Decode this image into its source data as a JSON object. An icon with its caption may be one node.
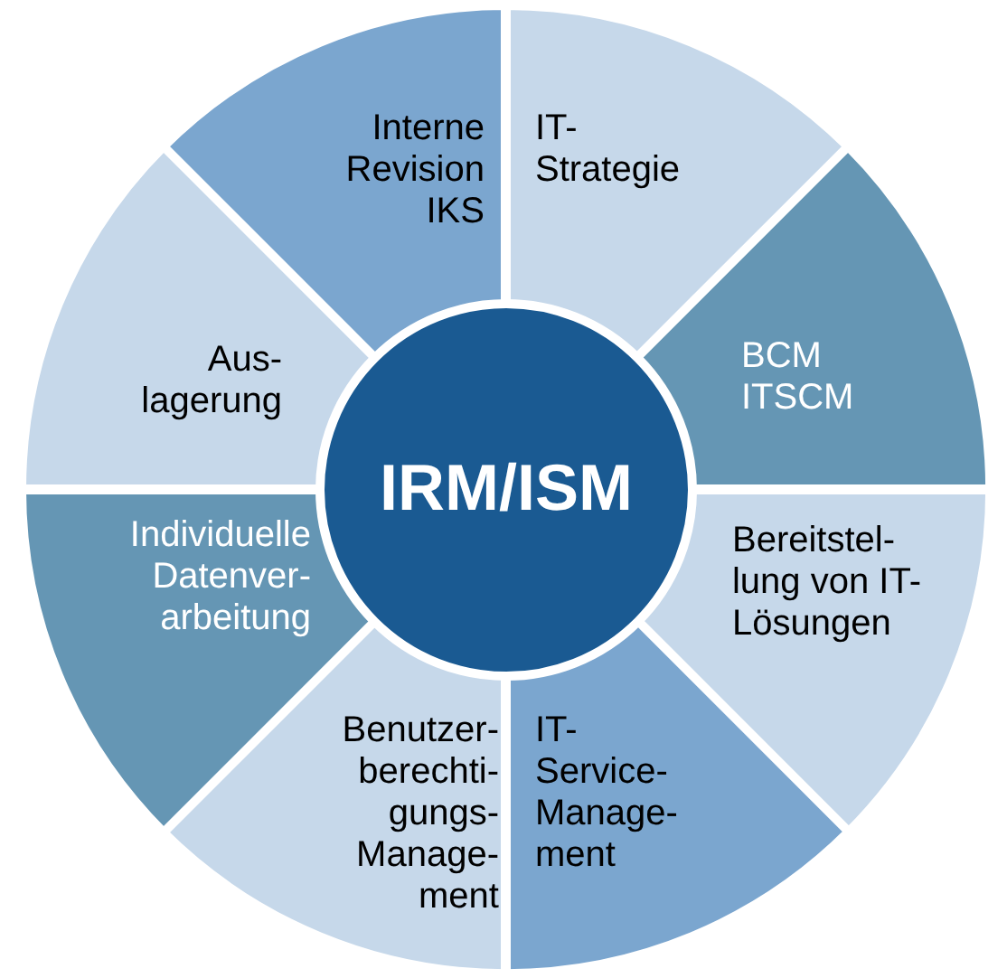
{
  "diagram": {
    "nodes": [
      {
        "text": [
          "IRM/ISM"
        ]
      },
      {
        "text": [
          "Interne Revision IKS"
        ]
      },
      {
        "text": [
          "IT- Strategie"
        ]
      },
      {
        "text": [
          "BCM ITSCM"
        ]
      },
      {
        "text": [
          "Bereitstel- lung von IT- Lösungen"
        ]
      },
      {
        "text": [
          "IT- Service- Manage- ment"
        ]
      },
      {
        "text": [
          "Benutzer- berechti- gungs- Manage- ment"
        ]
      },
      {
        "text": [
          "Individuelle Datenver- arbeitung"
        ]
      },
      {
        "text": [
          "Aus- lagerung"
        ]
      }
    ]
  }
}
